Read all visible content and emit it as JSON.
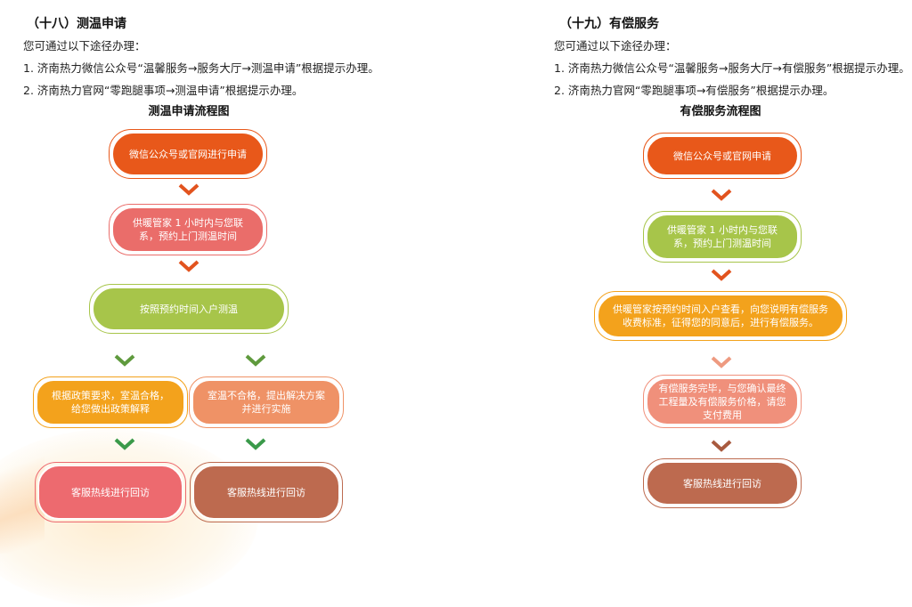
{
  "left": {
    "heading": "（十八）测温申请",
    "intro": "您可通过以下途径办理：",
    "item1": "1. 济南热力微信公众号“温馨服务→服务大厅→测温申请”根据提示办理。",
    "item2": "2. 济南热力官网“零跑腿事项→测温申请”根据提示办理。",
    "chart_title": "测温申请流程图",
    "step1": "微信公众号或官网进行申请",
    "step2": "供暖管家 1 小时内与您联系，预约上门测温时间",
    "step3": "按照预约时间入户测温",
    "step4a": "根据政策要求，室温合格，给您做出政策解释",
    "step4b": "室温不合格，提出解决方案并进行实施",
    "step5a": "客服热线进行回访",
    "step5b": "客服热线进行回访"
  },
  "right": {
    "heading": "（十九）有偿服务",
    "intro": "您可通过以下途径办理：",
    "item1": "1. 济南热力微信公众号“温馨服务→服务大厅→有偿服务”根据提示办理。",
    "item2": "2. 济南热力官网“零跑腿事项→有偿服务”根据提示办理。",
    "chart_title": "有偿服务流程图",
    "step1": "微信公众号或官网申请",
    "step2": "供暖管家 1 小时内与您联系，预约上门测温时间",
    "step3": "供暖管家按预约时间入户查看，向您说明有偿服务收费标准，征得您的同意后，进行有偿服务。",
    "step4": "有偿服务完毕，与您确认最终工程量及有偿服务价格，请您支付费用",
    "step5": "客服热线进行回访"
  },
  "colors": {
    "orange_red": "#e8581a",
    "salmon": "#ea6d6a",
    "olive_green": "#a7c54a",
    "amber": "#f3a21c",
    "light_orange": "#ef9266",
    "coral_red": "#ed6a6f",
    "brown": "#bd6a4f",
    "light_salmon": "#f0907b",
    "arrow_orange": "#e2531e",
    "arrow_green": "#5f9a3d",
    "arrow_brown": "#a85a3f",
    "arrow_light": "#ee9a80"
  }
}
